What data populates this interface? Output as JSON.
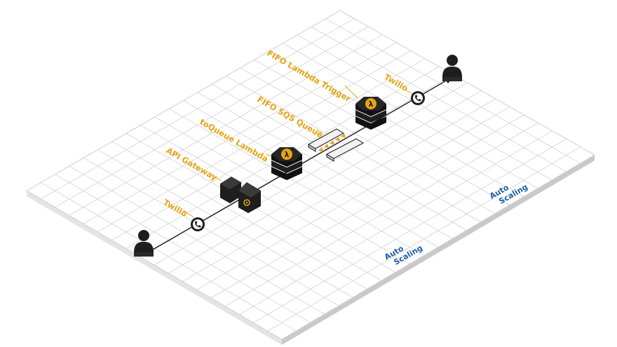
{
  "labels": {
    "twilio_in": "Twilio",
    "api_gateway": "API Gateway",
    "toqueue_lambda": "toQueue Lambda",
    "fifo_sqs_queue": "FIFO SQS Queue",
    "fifo_lambda_trigger": "FIFO Lambda Trigger",
    "twilio_out": "Twilio"
  },
  "auto_scaling": [
    {
      "line1": "Auto",
      "line2": "Scaling"
    },
    {
      "line1": "Auto",
      "line2": "Scaling"
    }
  ],
  "colors": {
    "label_accent": "#e8a316",
    "auto_scaling_text": "#1f5ea8",
    "grid_line": "#d4d4d4",
    "platform_side": "#c8c8c8",
    "node_dark": "#1e1e1e"
  },
  "icons": {
    "user": "person-silhouette-icon",
    "twilio": "phone-icon",
    "gateway": "api-gateway-icon",
    "lambda": "lambda-icon",
    "queue": "sqs-queue-icon"
  }
}
